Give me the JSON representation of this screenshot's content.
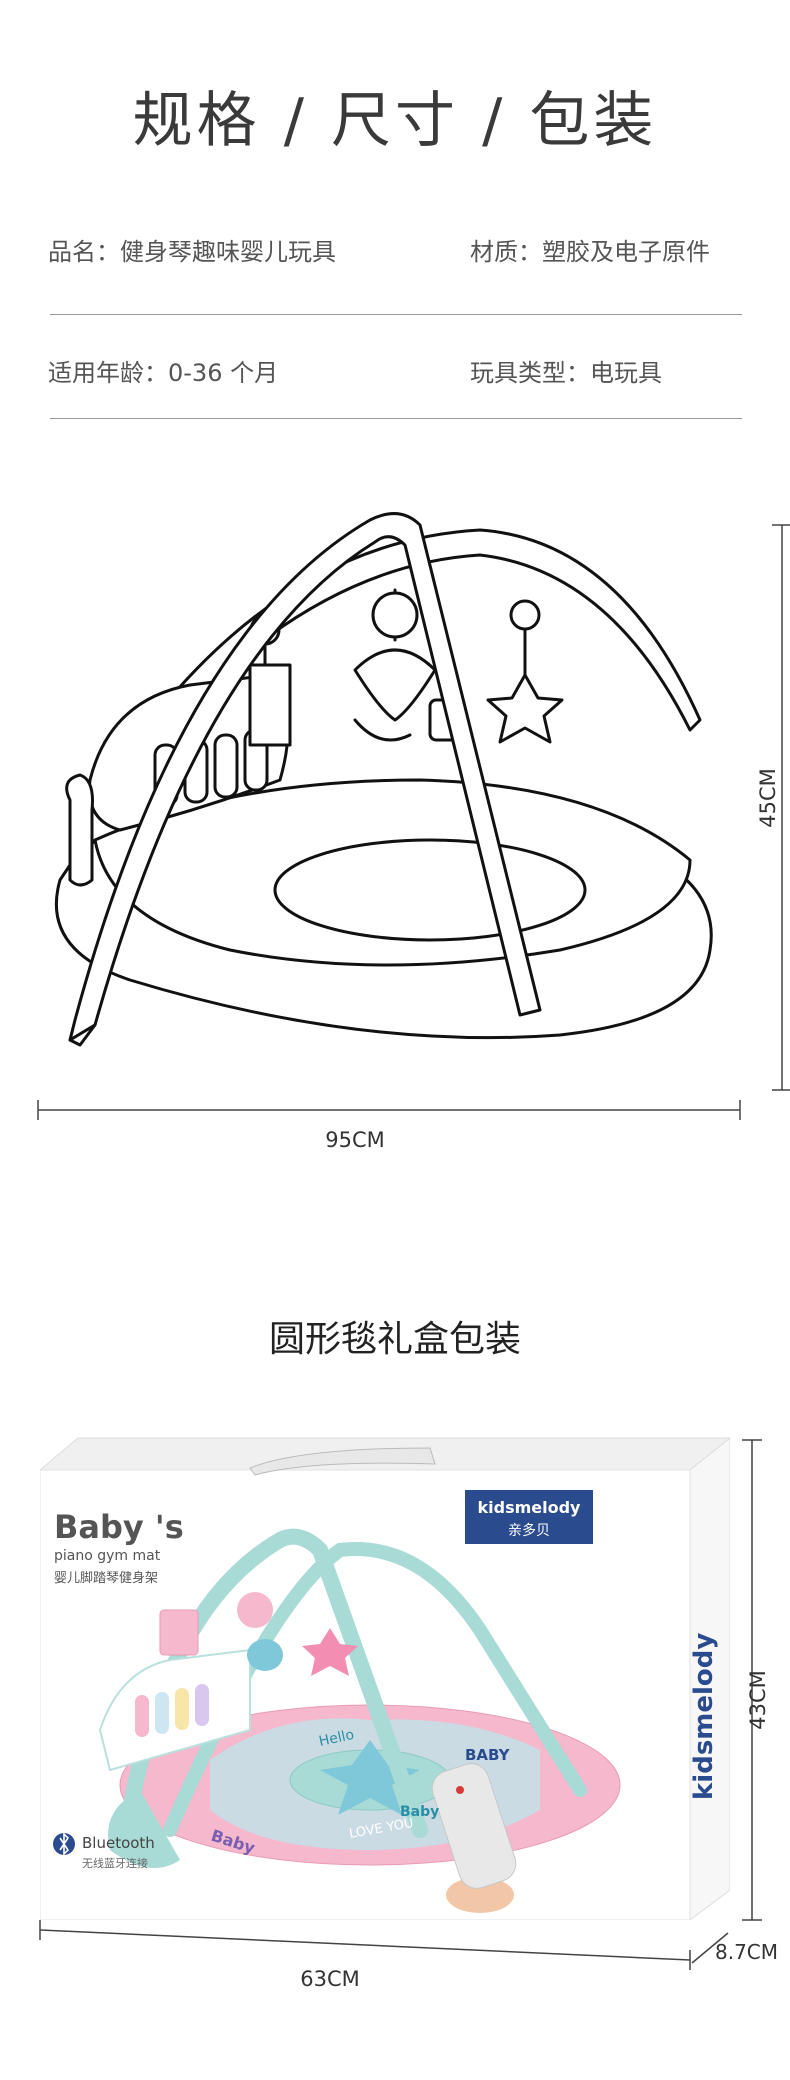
{
  "title": "规格 / 尺寸 / 包装",
  "specs": {
    "name": "品名：健身琴趣味婴儿玩具",
    "material": "材质：塑胶及电子原件",
    "age": "适用年龄：0-36 个月",
    "type": "玩具类型：电玩具"
  },
  "product": {
    "height": "45CM",
    "width": "95CM"
  },
  "packaging": {
    "title": "圆形毯礼盒包装",
    "height": "43CM",
    "width": "63CM",
    "depth": "8.7CM",
    "box": {
      "brand": "kidsmelody",
      "brand_cn": "亲多贝",
      "side_brand": "kidsmelody",
      "heading": "Baby 's",
      "subheading": "piano gym mat",
      "cn_name": "婴儿脚踏琴健身架",
      "bluetooth": "Bluetooth",
      "bluetooth_cn": "无线蓝牙连接",
      "mat_texts": [
        "Hello",
        "BABY",
        "Baby",
        "LOVE YOU",
        "Baby"
      ]
    }
  },
  "colors": {
    "mint": "#a8dad6",
    "pink": "#f5b8cc",
    "navy": "#2a4b8d"
  }
}
